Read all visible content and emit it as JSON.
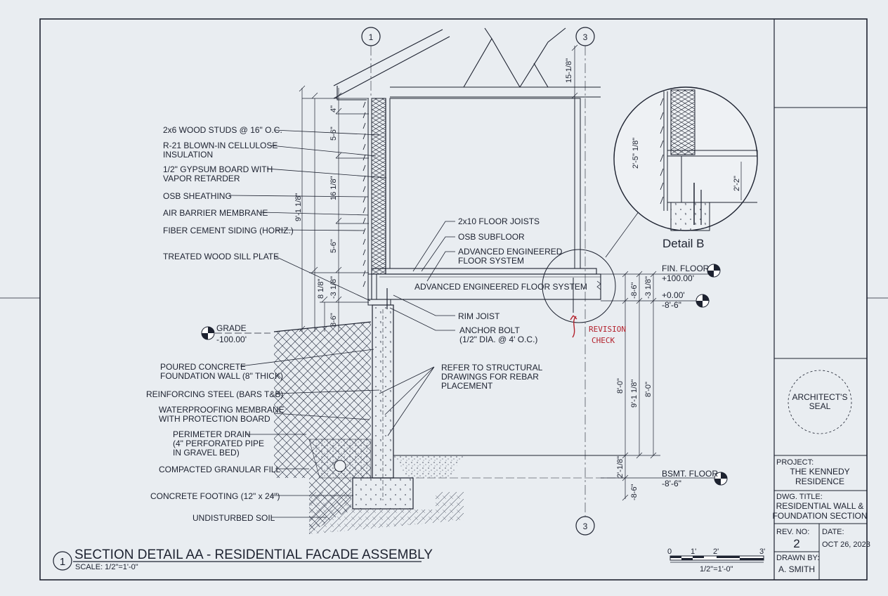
{
  "drawing": {
    "grid_top_1": "1",
    "grid_top_3": "3",
    "grid_bottom_3": "3",
    "title_number": "1",
    "title": "SECTION DETAIL AA - RESIDENTIAL FACADE ASSEMBLY",
    "scale": "SCALE: 1/2\"=1'-0\"",
    "callouts_left": [
      "2x6 WOOD STUDS @ 16\" O.C.",
      "R-21 BLOWN-IN CELLULOSE",
      "INSULATION",
      "1/2\" GYPSUM BOARD WITH",
      "VAPOR RETARDER",
      "OSB SHEATHING",
      "AIR BARRIER MEMBRANE",
      "FIBER CEMENT SIDING (HORIZ.)",
      "TREATED WOOD SILL PLATE",
      "POURED CONCRETE",
      "FOUNDATION WALL (8\" THICK)",
      "REINFORCING STEEL (BARS T&B)",
      "WATERPROOFING MEMBRANE",
      "WITH PROTECTION BOARD",
      "PERIMETER DRAIN",
      "(4\" PERFORATED PIPE",
      "IN GRAVEL BED)",
      "COMPACTED GRANULAR FILL",
      "CONCRETE FOOTING (12\" x 24\")",
      "UNDISTURBED SOIL"
    ],
    "callouts_right": [
      "2x10 FLOOR JOISTS",
      "OSB SUBFLOOR",
      "ADVANCED ENGINEERED",
      "FLOOR SYSTEM",
      "ADVANCED ENGINEERED FLOOR SYSTEM",
      "RIM JOIST",
      "ANCHOR BOLT",
      "(1/2\" DIA. @ 4' O.C.)",
      "REFER TO STRUCTURAL",
      "DRAWINGS FOR REBAR",
      "PLACEMENT"
    ],
    "levels": {
      "grade": "GRADE",
      "grade_val": "-100.00'",
      "fin_floor": "FIN. FLOOR",
      "fin_floor_val": "+100.00'",
      "zero": "+0.00'",
      "zero_val": "-8'-6\"",
      "bsmt_floor": "BSMT. FLOOR",
      "bsmt_floor_val": "-8'-6\""
    },
    "dims_left": [
      "4\"",
      "5-6\"",
      "16 1/8\"",
      "5-6\"",
      "9'-1 1/8\"",
      "8 1/8\"",
      "-3 1/8\"",
      "8-6\""
    ],
    "dims_right": [
      "15-1/8\"",
      "-8-6\"",
      "-3 1/8\"",
      "8'-0\"",
      "9'-1 1/8\"",
      "8'-0\"",
      "2'-1/8\"",
      "-8-6\""
    ],
    "detail_b": {
      "label": "Detail B",
      "dim1": "2'-5\" 1/8\"",
      "dim2": "2'-2\""
    },
    "revision": [
      "REVISION",
      "CHECK"
    ],
    "scale_bar": {
      "ticks": [
        "0",
        "1'",
        "2'",
        "3'"
      ],
      "text": "1/2\"=1'-0\""
    }
  },
  "title_block": {
    "seal": [
      "ARCHITECT'S",
      "SEAL"
    ],
    "project_label": "PROJECT:",
    "project_name": [
      "THE KENNEDY",
      "RESIDENCE"
    ],
    "dwg_title_label": "DWG. TITLE:",
    "dwg_title": [
      "RESIDENTIAL WALL &",
      "FOUNDATION SECTION"
    ],
    "rev_label": "REV. NO:",
    "rev_value": "2",
    "date_label": "DATE:",
    "date_value": "OCT 26, 2023",
    "drawn_label": "DRAWN BY:",
    "drawn_value": "A. SMITH"
  }
}
